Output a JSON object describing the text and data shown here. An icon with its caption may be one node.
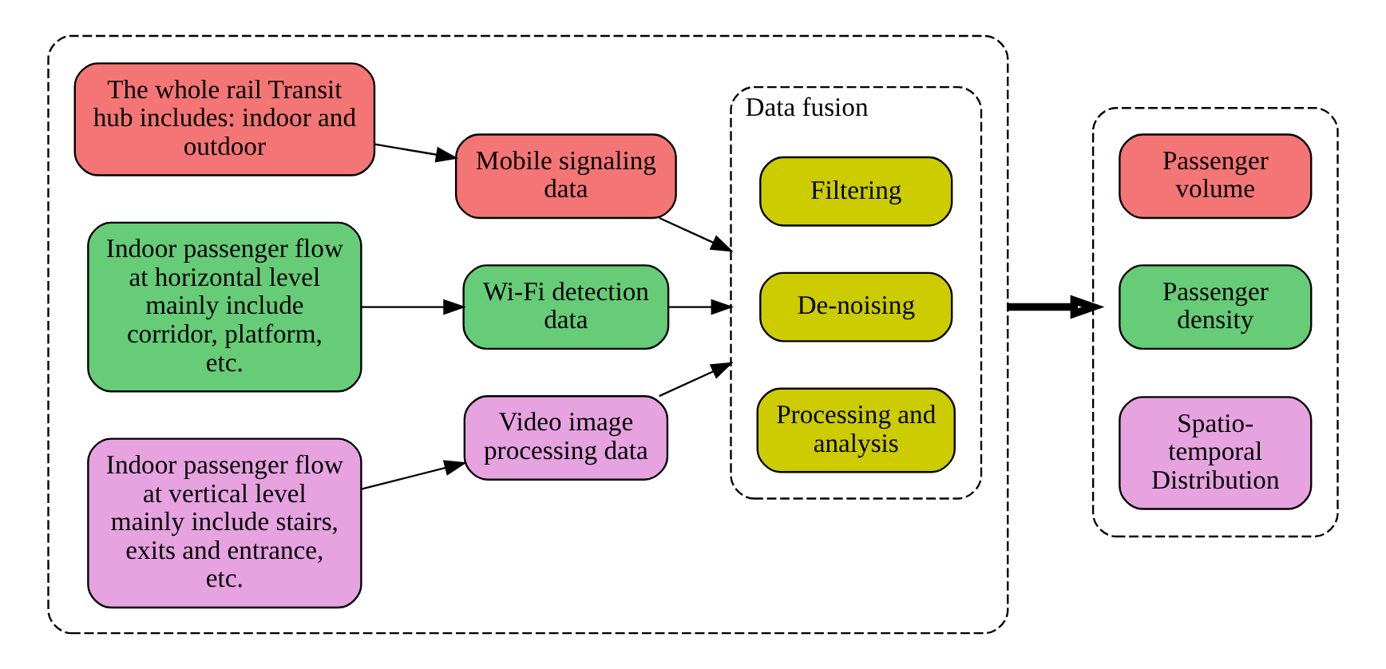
{
  "diagram": {
    "nodes": [
      {
        "text": [],
        "shape": "box"
      },
      {
        "text": [
          "The whole rail Transit hub includes: indoor and outdoor"
        ],
        "in": 0
      },
      {
        "text": [
          "Mobile signaling data"
        ],
        "in": 0
      },
      {
        "text": [
          "Indoor passenger flow at horizontal level mainly include corridor, platform, etc."
        ],
        "in": 0
      },
      {
        "text": [
          "Wi-Fi detection data"
        ],
        "in": 0
      },
      {
        "text": [
          "Indoor passenger flow at vertical level mainly include stairs, exits and entrance, etc."
        ],
        "in": 0
      },
      {
        "text": [
          "Video image processing data"
        ],
        "in": 0
      },
      {
        "text": [
          "Data fusion"
        ],
        "in": 0
      },
      {
        "text": [
          "Filtering"
        ],
        "in": 7
      },
      {
        "text": [
          "De-noising"
        ],
        "in": 7
      },
      {
        "text": [
          "Processing and analysis"
        ],
        "in": 7
      },
      {
        "text": [],
        "shape": "box"
      },
      {
        "text": [
          "Passenger volume"
        ],
        "in": 11
      },
      {
        "text": [
          "Passenger density"
        ],
        "in": 11
      },
      {
        "text": [
          "Spatio-temporal Distribution"
        ],
        "in": 11
      }
    ],
    "edges": [
      {
        "from": 1,
        "to": 2,
        "arrow": "to"
      },
      {
        "from": 3,
        "to": 4,
        "arrow": "to"
      },
      {
        "from": 5,
        "to": 6,
        "arrow": "to"
      },
      {
        "from": 2,
        "to": 7,
        "arrow": "to"
      },
      {
        "from": 4,
        "to": 7,
        "arrow": "to"
      },
      {
        "from": 6,
        "to": 7,
        "arrow": "to"
      },
      {
        "from": 0,
        "to": 11,
        "arrow": "to",
        "style": "thick"
      }
    ]
  }
}
